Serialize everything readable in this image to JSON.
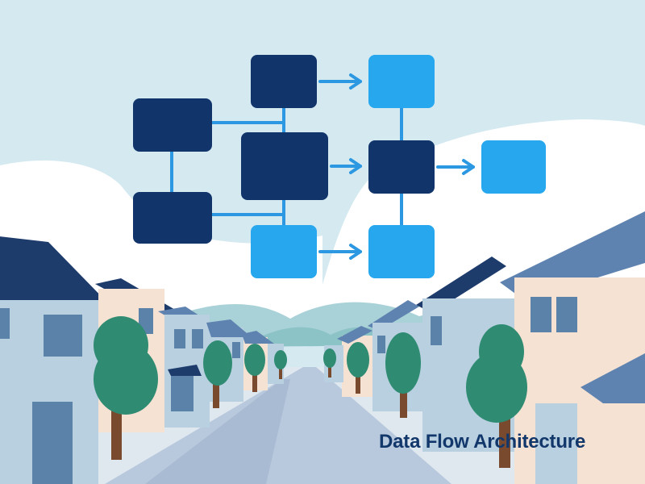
{
  "caption": "Data Flow Architecture",
  "colors": {
    "sky": "#d4e9f0",
    "cloud": "#ffffff",
    "hill_far": "#a9d2d8",
    "hill_near": "#8cc3c7",
    "node_dark": "#11346b",
    "node_light": "#27a7ee",
    "connector": "#2c98e1",
    "road": "#b9c9dd",
    "sidewalk": "#dfe7ef",
    "house_blue": "#b8d0e0",
    "house_cream": "#f5e2d3",
    "roof_dark": "#1d3b6b",
    "roof_mid": "#5f83b0",
    "window": "#5b83a9",
    "tree": "#2f8b72",
    "trunk": "#7a4a2f",
    "caption": "#12376b"
  },
  "diagram": {
    "nodes": [
      {
        "id": "n1",
        "tone": "dark"
      },
      {
        "id": "n2",
        "tone": "dark"
      },
      {
        "id": "n3",
        "tone": "dark"
      },
      {
        "id": "n4",
        "tone": "dark"
      },
      {
        "id": "n5",
        "tone": "light"
      },
      {
        "id": "n6",
        "tone": "light"
      },
      {
        "id": "n7",
        "tone": "dark"
      },
      {
        "id": "n8",
        "tone": "light"
      },
      {
        "id": "n9",
        "tone": "light"
      }
    ],
    "edges": [
      {
        "from": "n3",
        "to": "n6",
        "arrow": true
      },
      {
        "from": "n4",
        "to": "n7",
        "arrow": true
      },
      {
        "from": "n5",
        "to": "n8",
        "arrow": true
      },
      {
        "from": "n7",
        "to": "n9",
        "arrow": true
      },
      {
        "from": "n1",
        "to": "n2",
        "arrow": false
      },
      {
        "from": "n1",
        "to": "n4",
        "arrow": false
      },
      {
        "from": "n2",
        "to": "n5",
        "arrow": false
      },
      {
        "from": "n6",
        "to": "n8",
        "arrow": false
      }
    ]
  }
}
